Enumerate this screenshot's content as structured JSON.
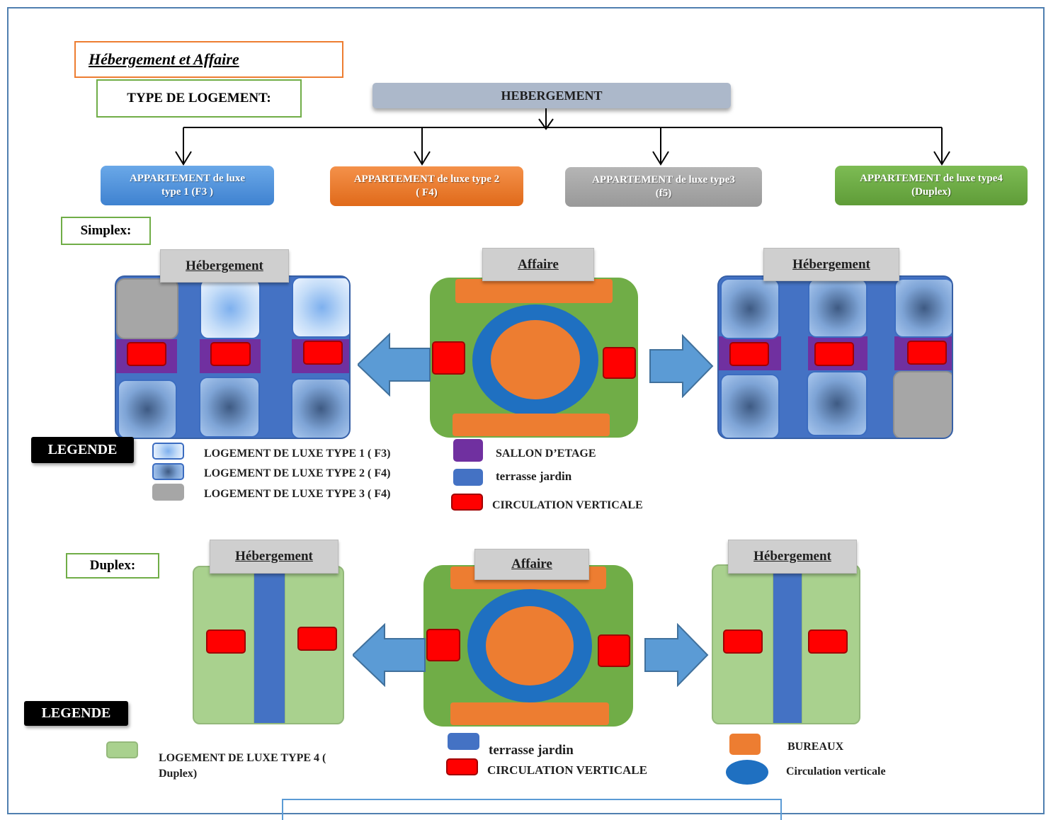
{
  "title": "Hébergement et Affaire",
  "type_label": "TYPE DE LOGEMENT:",
  "hebergement_top": "HEBERGEMENT",
  "apartments": [
    {
      "line1": "APPARTEMENT de luxe",
      "line2": "type 1 (F3 )"
    },
    {
      "line1": "APPARTEMENT de luxe type 2",
      "line2": "( F4)"
    },
    {
      "line1": "APPARTEMENT de luxe type3",
      "line2": "(f5)"
    },
    {
      "line1": "APPARTEMENT de luxe type4",
      "line2": "(Duplex)"
    }
  ],
  "simplex": {
    "label": "Simplex:",
    "left_header": "Hébergement",
    "center_header": "Affaire",
    "right_header": "Hébergement"
  },
  "duplex": {
    "label": "Duplex:",
    "left_header": "Hébergement",
    "center_header": "Affaire",
    "right_header": "Hébergement"
  },
  "legend1": {
    "tag": "LEGENDE",
    "items": [
      "LOGEMENT DE LUXE TYPE 1 ( F3)",
      "LOGEMENT DE LUXE TYPE 2 ( F4)",
      "LOGEMENT DE LUXE TYPE 3 ( F4)",
      "SALLON D’ETAGE",
      "terrasse jardin",
      "CIRCULATION VERTICALE"
    ]
  },
  "legend2": {
    "tag": "LEGENDE",
    "duplex_line1": "LOGEMENT DE LUXE TYPE 4 (",
    "duplex_line2": "Duplex)",
    "terrasse": "terrasse jardin",
    "circulation": "CIRCULATION VERTICALE",
    "bureaux": "BUREAUX",
    "circ_verticale": "Circulation verticale"
  },
  "colors": {
    "purple": "#7030a0",
    "blue": "#4472c4",
    "red": "#ff0000",
    "green": "#70ad47",
    "orange": "#ed7d31",
    "ring": "#1f70c1",
    "light_green": "#a9d18e"
  }
}
